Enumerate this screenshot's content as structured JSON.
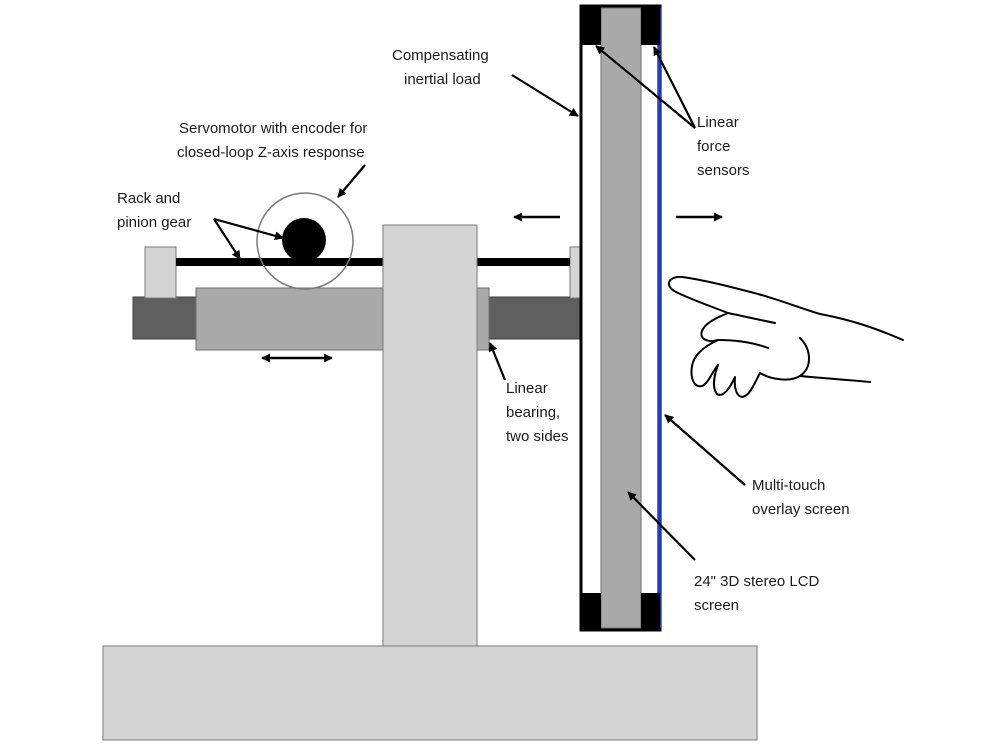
{
  "diagram": {
    "labels": {
      "compensating_load_line1": "Compensating",
      "compensating_load_line2": "inertial load",
      "servomotor_line1": "Servomotor with encoder for",
      "servomotor_line2": "closed-loop Z-axis response",
      "rack_pinion_line1": "Rack and",
      "rack_pinion_line2": "pinion gear",
      "force_sensors_line1": "Linear",
      "force_sensors_line2": "force",
      "force_sensors_line3": "sensors",
      "bearing_line1": "Linear",
      "bearing_line2": "bearing,",
      "bearing_line3": "two sides",
      "touch_overlay_line1": "Multi-touch",
      "touch_overlay_line2": "overlay screen",
      "lcd_line1": "24\" 3D stereo LCD",
      "lcd_line2": "screen"
    },
    "colors": {
      "background": "#ffffff",
      "light_gray": "#d4d4d4",
      "mid_gray": "#a9a9a9",
      "dark_gray": "#5f5f5f",
      "black": "#000000",
      "touch_overlay_blue": "#1f3fd6",
      "outline": "#7a7a7a"
    }
  }
}
